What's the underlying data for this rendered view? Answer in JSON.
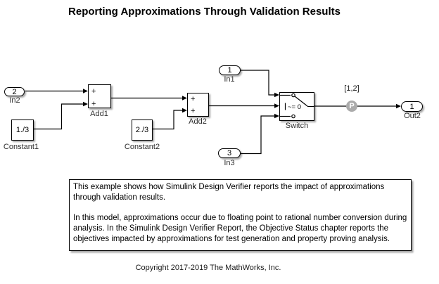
{
  "title": "Reporting Approximations Through Validation Results",
  "blocks": {
    "in2": {
      "port": "2",
      "label": "In2"
    },
    "in1": {
      "port": "1",
      "label": "In1"
    },
    "in3": {
      "port": "3",
      "label": "In3"
    },
    "out2": {
      "port": "1",
      "label": "Out2"
    },
    "constant1": {
      "value": "1./3",
      "label": "Constant1"
    },
    "constant2": {
      "value": "2./3",
      "label": "Constant2"
    },
    "add1": {
      "label": "Add1",
      "plus1": "+",
      "plus2": "+"
    },
    "add2": {
      "label": "Add2",
      "plus1": "+",
      "plus2": "+"
    },
    "switch": {
      "label": "Switch",
      "criteria": "~= 0"
    },
    "proof_badge": {
      "letter": "P",
      "annotation": "[1,2]",
      "color": "#ababab"
    }
  },
  "description": {
    "paragraph1": "This example shows how Simulink Design Verifier reports the impact of approximations through validation results.",
    "paragraph2": "In this model, approximations occur due to floating point to rational number conversion during analysis. In the Simulink Design Verifier Report, the Objective Status chapter reports the objectives impacted by approximations for test generation and property proving analysis."
  },
  "copyright": "Copyright 2017-2019 The MathWorks, Inc.",
  "colors": {
    "wire": "#000000",
    "block_border": "#000000",
    "badge_gray": "#ababab",
    "background": "#ffffff"
  }
}
